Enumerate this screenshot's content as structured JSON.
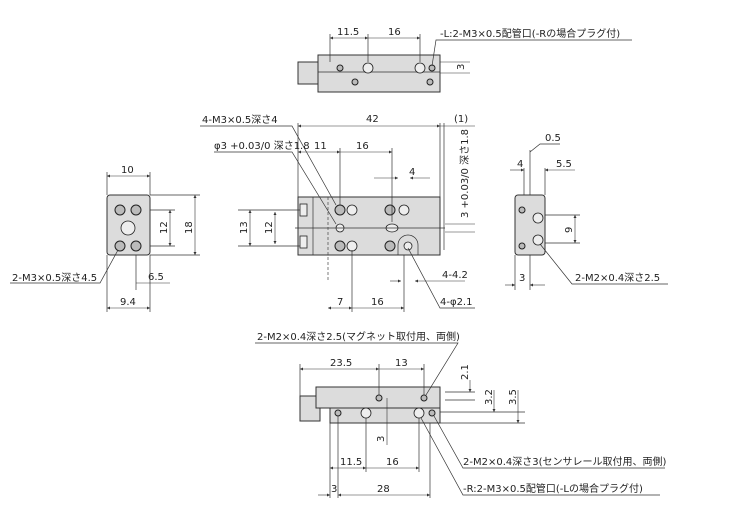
{
  "top_view": {
    "dims": [
      "11.5",
      "16",
      "3"
    ],
    "note": "-L:2-M3×0.5配管口(-Rの場合プラグ付)"
  },
  "front_view": {
    "note_tapped": "4-M3×0.5深さ4",
    "note_pin": "φ3 +0.03/0 深さ1.8",
    "note_pin_side": "3 +0.03/0 深さ1.8",
    "dims": [
      "42",
      "(1)",
      "11",
      "16",
      "4",
      "13",
      "12",
      "7",
      "16"
    ],
    "note_cbore": "4-4.2",
    "note_thru": "4-φ2.1"
  },
  "left_view": {
    "dims": [
      "10",
      "12",
      "18",
      "6.5",
      "9.4"
    ],
    "note": "2-M3×0.5深さ4.5"
  },
  "right_view": {
    "dims": [
      "0.5",
      "4",
      "5.5",
      "9",
      "3"
    ],
    "note": "2-M2×0.4深さ2.5"
  },
  "bottom_view": {
    "note_magnet": "2-M2×0.4深さ2.5(マグネット取付用、両側)",
    "dims": [
      "23.5",
      "13",
      "2.1",
      "3.2",
      "3.5",
      "3",
      "11.5",
      "16",
      "3",
      "28"
    ],
    "note_sensor": "2-M2×0.4深さ3(センサレール取付用、両側)",
    "note_port": "-R:2-M3×0.5配管口(-Lの場合プラグ付)"
  }
}
